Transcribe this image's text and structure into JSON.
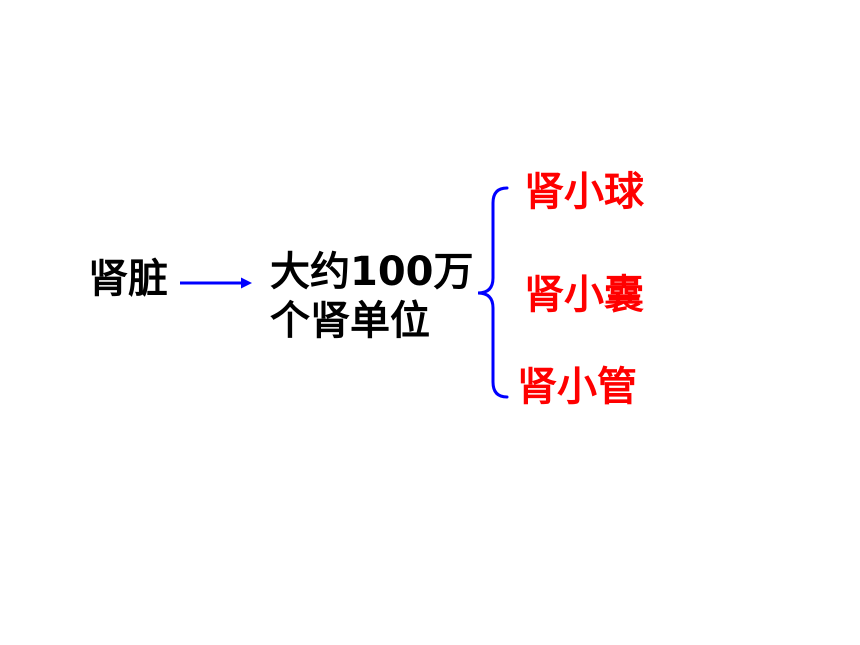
{
  "diagram": {
    "root": "肾脏",
    "middle_line1": "大约100万",
    "middle_line2": "个肾单位",
    "components": [
      "肾小球",
      "肾小囊",
      "肾小管"
    ]
  },
  "colors": {
    "text": "#000000",
    "components": "#ff0000",
    "connectors": "#0000ff"
  }
}
